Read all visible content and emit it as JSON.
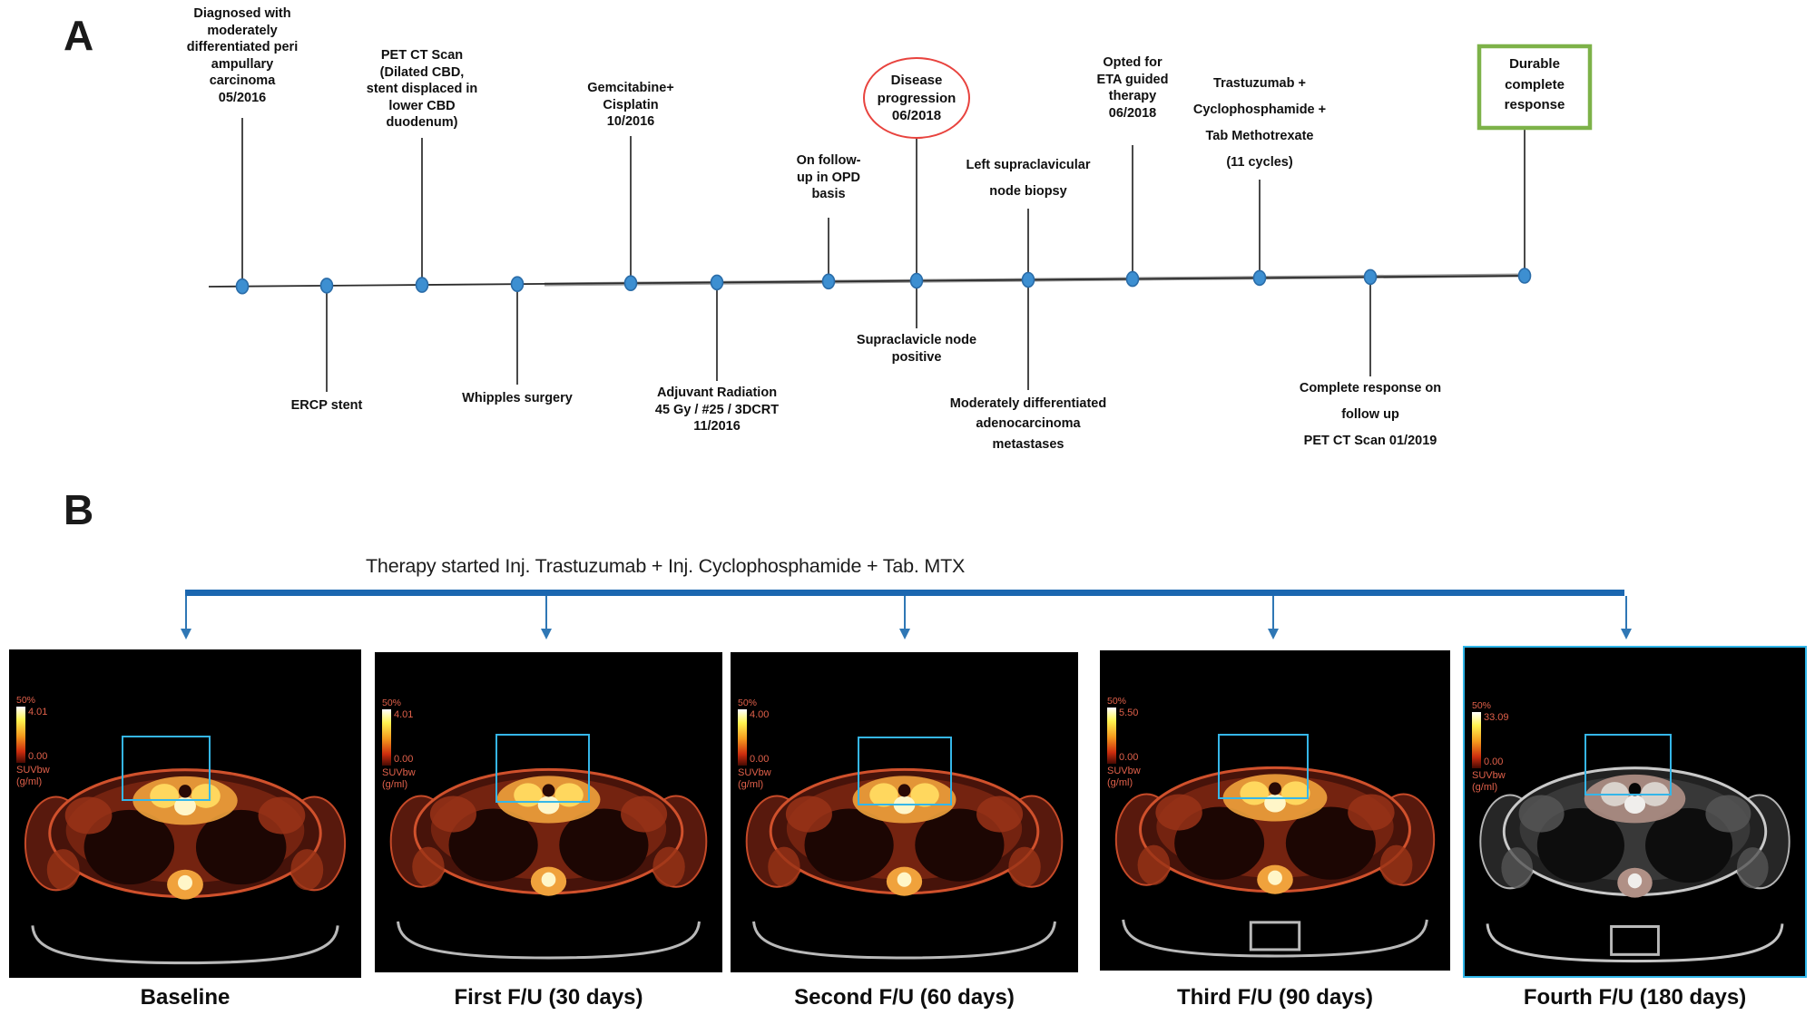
{
  "figure": {
    "panel_a_label": "A",
    "panel_b_label": "B"
  },
  "timeline": {
    "node_color": "#3d8fd1",
    "events_above": [
      {
        "text": "Diagnosed with\nmoderately\ndifferentiated peri\nampullary\ncarcinoma\n05/2016"
      },
      {
        "text": "PET CT  Scan\n(Dilated CBD,\nstent displaced in\nlower CBD\nduodenum)"
      },
      {
        "text": "Gemcitabine+\nCisplatin\n10/2016"
      },
      {
        "text": "On follow-\nup in OPD\nbasis"
      },
      {
        "text": "Left supraclavicular\nnode biopsy"
      },
      {
        "text": "Opted for\nETA  guided\ntherapy\n06/2018"
      },
      {
        "text": "Trastuzumab +\nCyclophosphamide +\nTab Methotrexate\n(11 cycles)"
      }
    ],
    "events_below": [
      {
        "text": "ERCP  stent"
      },
      {
        "text": "Whipples surgery"
      },
      {
        "text": "Adjuvant Radiation\n45 Gy  / #25 / 3DCRT\n11/2016"
      },
      {
        "text": "Supraclavicle node\npositive"
      },
      {
        "text": "Moderately differentiated\nadenocarcinoma\nmetastases"
      },
      {
        "text": "Complete response on\nfollow up\nPET CT  Scan 01/2019"
      }
    ],
    "disease_progression": {
      "text": "Disease\nprogression\n06/2018",
      "color": "#e8433e"
    },
    "outcome_box": {
      "text": "Durable\ncomplete\nresponse",
      "color": "#7db249"
    }
  },
  "panel_b": {
    "therapy_label": "Therapy started Inj. Trastuzumab + Inj. Cyclophosphamide + Tab. MTX",
    "bar_color": "#1b67b0"
  },
  "scans": [
    {
      "caption": "Baseline",
      "scale_pct": "50%",
      "suv_max": "4.01",
      "suv_min": "0.00",
      "unit": "SUVbw\n(g/ml)"
    },
    {
      "caption": "First F/U (30 days)",
      "scale_pct": "50%",
      "suv_max": "4.01",
      "suv_min": "0.00",
      "unit": "SUVbw\n(g/ml)"
    },
    {
      "caption": "Second F/U (60 days)",
      "scale_pct": "50%",
      "suv_max": "4.00",
      "suv_min": "0.00",
      "unit": "SUVbw\n(g/ml)"
    },
    {
      "caption": "Third F/U (90 days)",
      "scale_pct": "50%",
      "suv_max": "5.50",
      "suv_min": "0.00",
      "unit": "SUVbw\n(g/ml)"
    },
    {
      "caption": "Fourth F/U (180 days)",
      "scale_pct": "50%",
      "suv_max": "33.09",
      "suv_min": "0.00",
      "unit": "SUVbw\n(g/ml)"
    }
  ]
}
